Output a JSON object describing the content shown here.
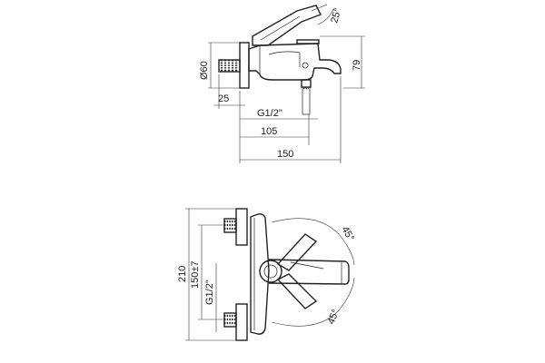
{
  "dimensions": {
    "side_handle_angle": "25°",
    "side_diameter": "Ø60",
    "side_height": "79",
    "side_wall_offset": "25",
    "side_thread": "G1/2\"",
    "side_outlet_reach": "105",
    "side_total_reach": "150",
    "front_total_height": "210",
    "front_center_distance": "150±7",
    "front_thread": "G1/2\"",
    "front_angle_top": "45°",
    "front_angle_bottom": "45°"
  }
}
